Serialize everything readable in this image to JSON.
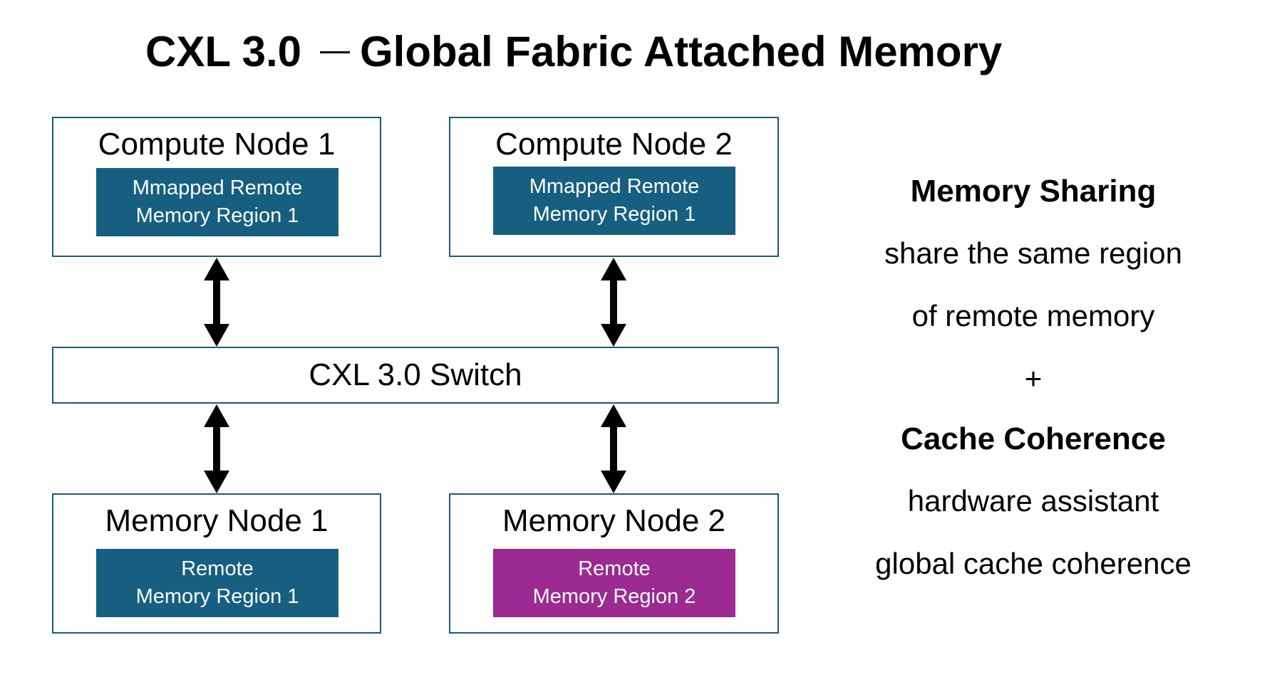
{
  "title": {
    "left": "CXL 3.0",
    "right": "Global Fabric Attached Memory"
  },
  "compute_nodes": [
    {
      "title": "Compute Node 1",
      "region_line1": "Mmapped Remote",
      "region_line2": "Memory Region 1",
      "region_color": "#165f80"
    },
    {
      "title": "Compute Node 2",
      "region_line1": "Mmapped Remote",
      "region_line2": "Memory Region 1",
      "region_color": "#165f80"
    }
  ],
  "switch": {
    "label": "CXL 3.0 Switch"
  },
  "memory_nodes": [
    {
      "title": "Memory Node 1",
      "region_line1": "Remote",
      "region_line2": "Memory Region 1",
      "region_color": "#165f80"
    },
    {
      "title": "Memory Node 2",
      "region_line1": "Remote",
      "region_line2": "Memory Region 2",
      "region_color": "#9b2a92"
    }
  ],
  "features": {
    "memory_sharing_heading": "Memory Sharing",
    "memory_sharing_line1": "share the same region",
    "memory_sharing_line2": "of remote memory",
    "plus": "+",
    "cache_coherence_heading": "Cache Coherence",
    "cache_coherence_line1": "hardware assistant",
    "cache_coherence_line2": "global cache coherence"
  },
  "colors": {
    "box_border": "#1b5a7a",
    "arrow": "#000000"
  }
}
